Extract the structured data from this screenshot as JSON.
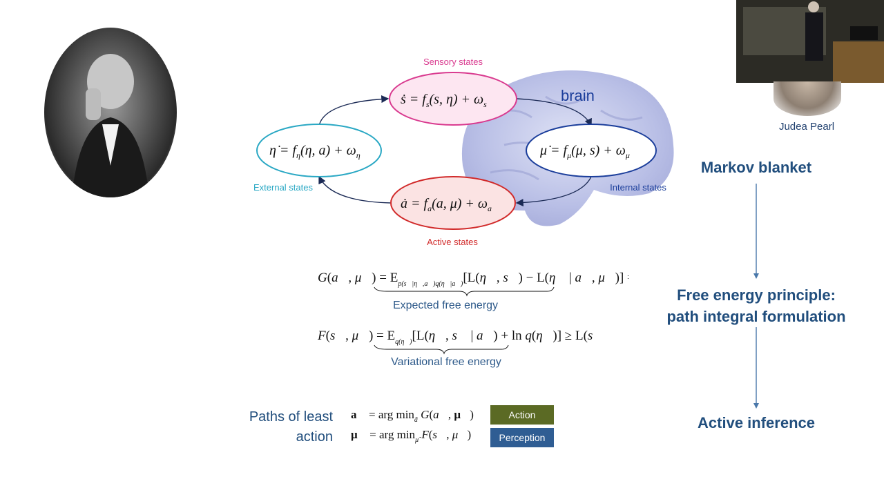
{
  "portraits": {
    "right_caption": "Judea Pearl"
  },
  "diagram": {
    "brain_label": "brain",
    "sensory_label": "Sensory states",
    "external_label": "External states",
    "internal_label": "Internal states",
    "active_label": "Active states",
    "colors": {
      "sensory": "#d93a8f",
      "external": "#2aa8c4",
      "internal": "#1b3e9b",
      "active": "#d12a2a",
      "brain": "#b9bfe6"
    }
  },
  "equations": {
    "G_caption": "Expected free energy",
    "F_caption": "Variational free energy"
  },
  "paths": {
    "title_line1": "Paths of least",
    "title_line2": "action",
    "action_button": "Action",
    "perception_button": "Perception",
    "action_color": "#5b6a24",
    "perception_color": "#2f5d93"
  },
  "flow": {
    "markov": "Markov blanket",
    "fep_line1": "Free energy principle:",
    "fep_line2": "path integral formulation",
    "active_inference": "Active inference"
  }
}
